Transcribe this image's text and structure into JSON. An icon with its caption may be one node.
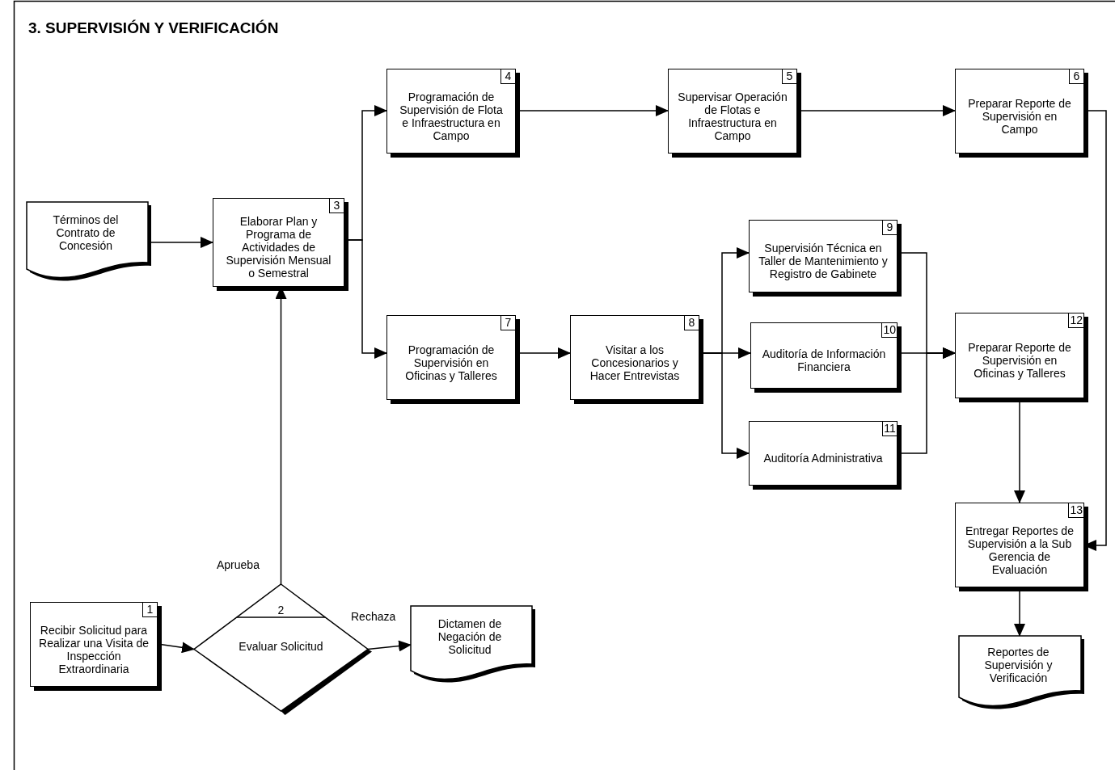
{
  "diagram": {
    "title": "3. SUPERVISIÓN Y VERIFICACIÓN",
    "nodes": [
      {
        "text": [
          "Términos del Contrato de Concesión"
        ]
      },
      {
        "text": [
          "1",
          "Recibir Solicitud para Realizar una Visita de Inspección Extraordinaria"
        ]
      },
      {
        "text": [
          "2",
          "Evaluar Solicitud"
        ]
      },
      {
        "text": [
          "Dictamen de Negación de Solicitud"
        ]
      },
      {
        "text": [
          "3",
          "Elaborar Plan y Programa de Actividades de Supervisión Mensual o Semestral"
        ]
      },
      {
        "text": [
          "4",
          "Programación de Supervisión de Flota e Infraestructura en Campo"
        ]
      },
      {
        "text": [
          "5",
          "Supervisar Operación de Flotas e Infraestructura en Campo"
        ]
      },
      {
        "text": [
          "6",
          "Preparar Reporte de Supervisión en Campo"
        ]
      },
      {
        "text": [
          "7",
          "Programación de Supervisión en Oficinas y Talleres"
        ]
      },
      {
        "text": [
          "8",
          "Visitar a los Concesionarios y Hacer Entrevistas"
        ]
      },
      {
        "text": [
          "9",
          "Supervisión Técnica en Taller de Mantenimiento y Registro de Gabinete"
        ]
      },
      {
        "text": [
          "10",
          "Auditoría de Información Financiera"
        ]
      },
      {
        "text": [
          "11",
          "Auditoría Administrativa"
        ]
      },
      {
        "text": [
          "12",
          "Preparar Reporte de Supervisión en Oficinas y Talleres"
        ]
      },
      {
        "text": [
          "13",
          "Entregar Reportes de Supervisión a la Sub Gerencia de Evaluación"
        ]
      },
      {
        "text": [
          "Reportes de Supervisión y Verificación"
        ]
      }
    ],
    "edges": [
      {
        "from": 0,
        "to": 4,
        "arrow": "to"
      },
      {
        "from": 1,
        "to": 2,
        "arrow": "to"
      },
      {
        "from": 2,
        "to": 3,
        "arrow": "to",
        "label": "Rechaza"
      },
      {
        "from": 2,
        "to": 4,
        "arrow": "to",
        "label": "Aprueba"
      },
      {
        "from": 4,
        "to": 5,
        "arrow": "to"
      },
      {
        "from": 4,
        "to": 8,
        "arrow": "to"
      },
      {
        "from": 5,
        "to": 6,
        "arrow": "to"
      },
      {
        "from": 6,
        "to": 7,
        "arrow": "to"
      },
      {
        "from": 7,
        "to": 14,
        "arrow": "to"
      },
      {
        "from": 8,
        "to": 9,
        "arrow": "to"
      },
      {
        "from": 9,
        "to": 10,
        "arrow": "to"
      },
      {
        "from": 9,
        "to": 11,
        "arrow": "to"
      },
      {
        "from": 9,
        "to": 12,
        "arrow": "to"
      },
      {
        "from": 10,
        "to": 13,
        "arrow": "to"
      },
      {
        "from": 11,
        "to": 13,
        "arrow": "to"
      },
      {
        "from": 12,
        "to": 13,
        "arrow": "to"
      },
      {
        "from": 13,
        "to": 14,
        "arrow": "to"
      },
      {
        "from": 14,
        "to": 15,
        "arrow": "to"
      }
    ]
  }
}
